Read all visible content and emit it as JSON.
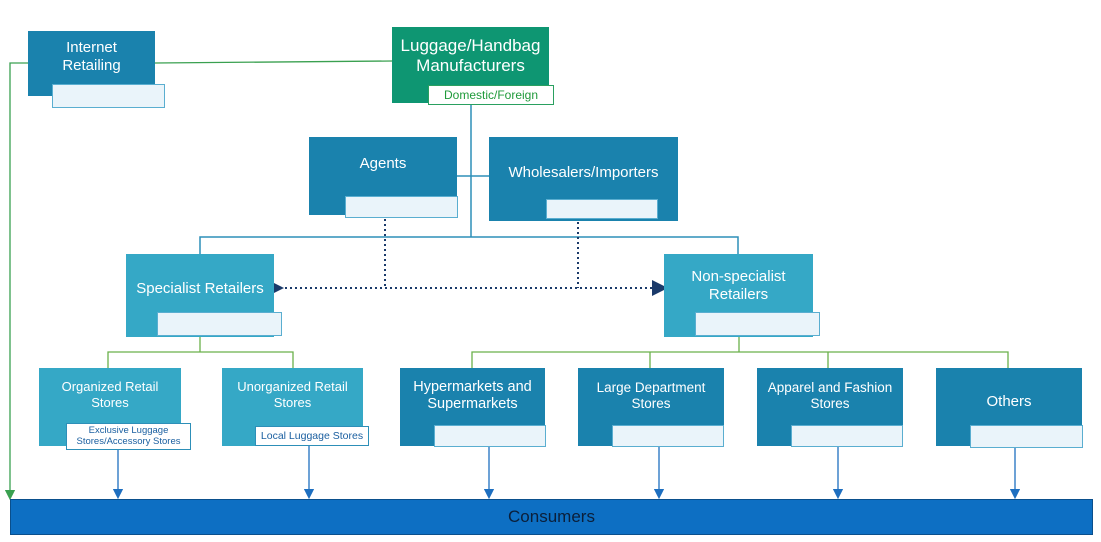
{
  "nodes": {
    "internet_retailing": "Internet Retailing",
    "manufacturers": "Luggage/Handbag Manufacturers",
    "manufacturers_tag": "Domestic/Foreign",
    "agents": "Agents",
    "wholesalers": "Wholesalers/Importers",
    "specialist": "Specialist Retailers",
    "non_specialist": "Non-specialist Retailers",
    "organized": "Organized Retail Stores",
    "organized_tag": "Exclusive Luggage Stores/Accessory Stores",
    "unorganized": "Unorganized Retail Stores",
    "unorganized_tag": "Local Luggage Stores",
    "hypermarkets": "Hypermarkets and Supermarkets",
    "department": "Large Department Stores",
    "apparel": "Apparel and Fashion Stores",
    "others": "Others",
    "consumers": "Consumers"
  },
  "colors": {
    "dark_box": "#1a82ad",
    "light_box": "#35a8c6",
    "green_box": "#0e9672",
    "consumer_bar": "#0d6fc3",
    "connector_blue": "#2d8fb8",
    "connector_green": "#4aa84a",
    "arrow_blue": "#1e6fc0",
    "dotted_navy": "#1a3a6a"
  }
}
